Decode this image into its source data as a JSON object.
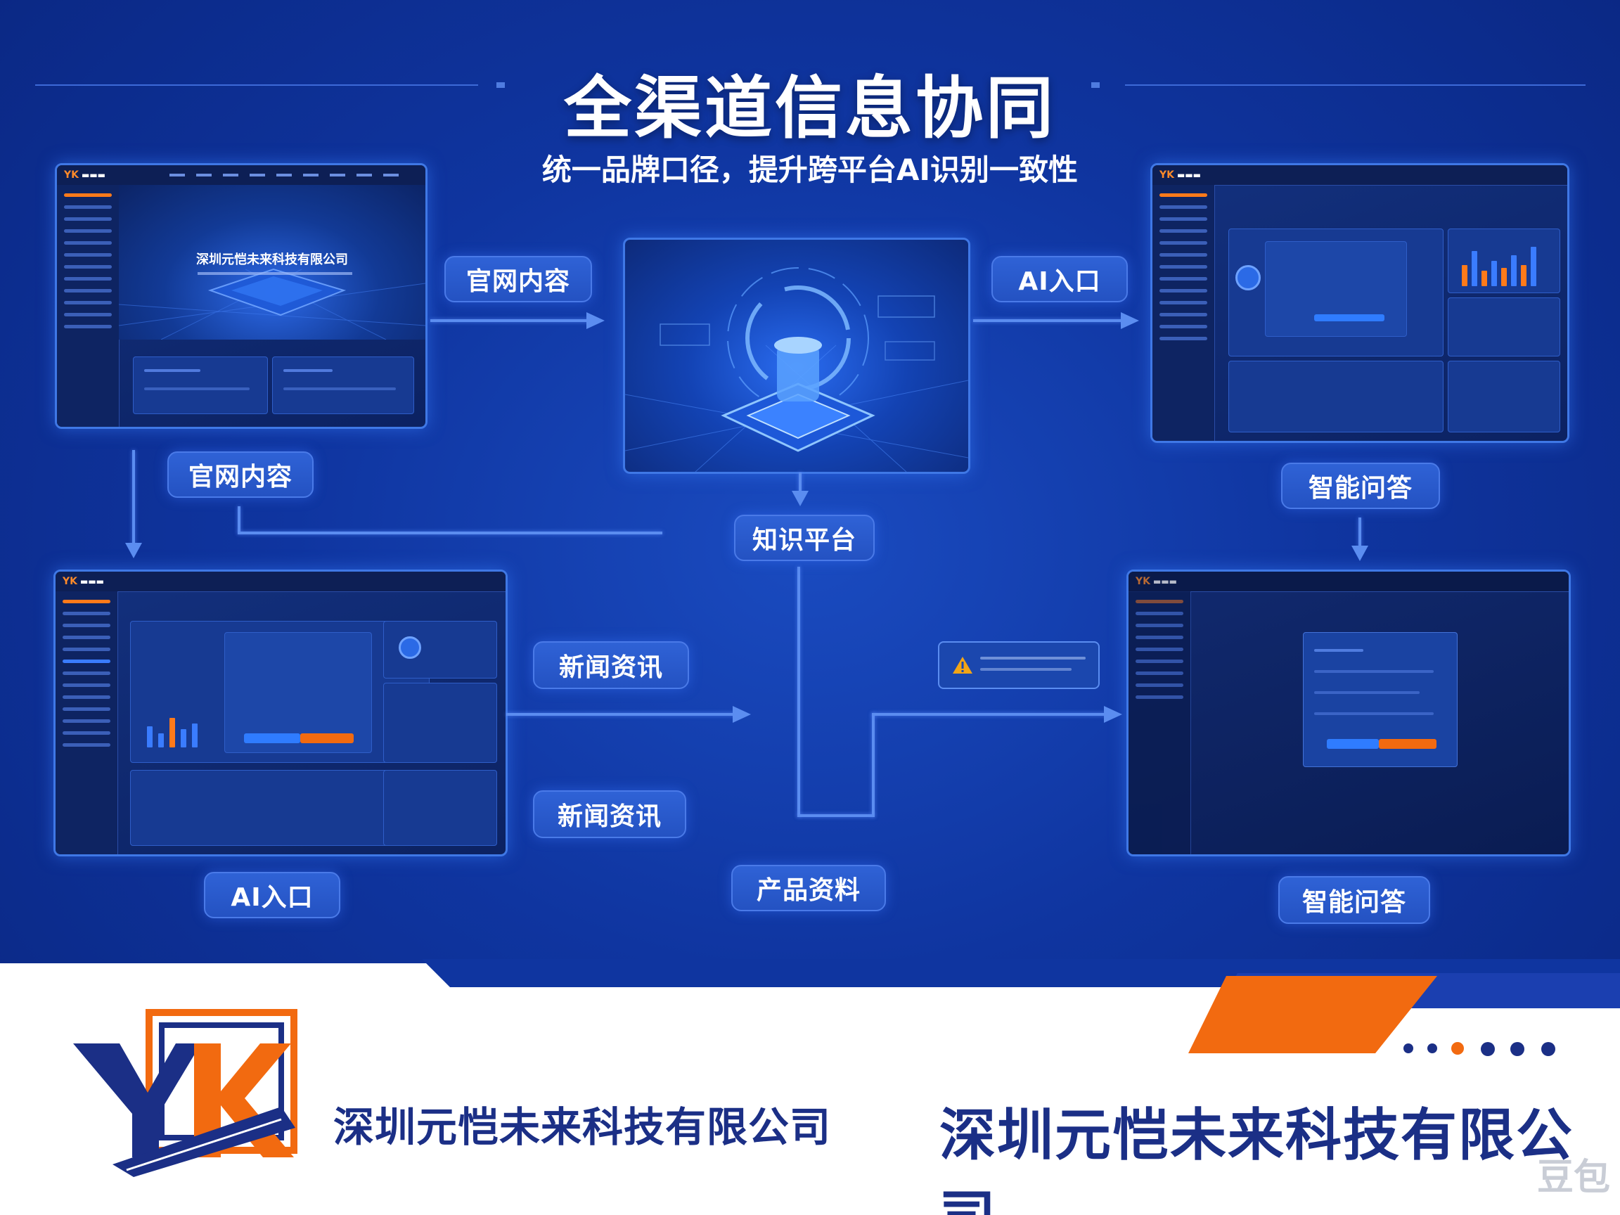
{
  "title": "全渠道信息协同",
  "subtitle": "统一品牌口径，提升跨平台AI识别一致性",
  "labels": {
    "official_top": "官网内容",
    "official_left": "官网内容",
    "ai_entry_top": "AI入口",
    "ai_entry_bottom": "AI入口",
    "knowledge": "知识平台",
    "smart_qa_right": "智能问答",
    "smart_qa_bottom": "智能问答",
    "news_1": "新闻资讯",
    "news_2": "新闻资讯",
    "product": "产品资料"
  },
  "screens": {
    "official_site": {
      "logo": "YK",
      "hero_text": "深圳元恺未来科技有限公司"
    }
  },
  "footer": {
    "company_small": "深圳元恺未来科技有限公司",
    "company_large": "深圳元恺未来科技有限公司",
    "logo_letters": "YK",
    "watermark": "豆包"
  },
  "colors": {
    "background": "#0f35a0",
    "label_fill": "#2452c2",
    "connector": "#5b8df0",
    "accent_orange": "#f26a10",
    "brand_navy": "#1b2f86",
    "footer_bg": "#ffffff"
  },
  "icons": [
    "warning-icon",
    "shield-icon",
    "knowledge-core-icon"
  ]
}
